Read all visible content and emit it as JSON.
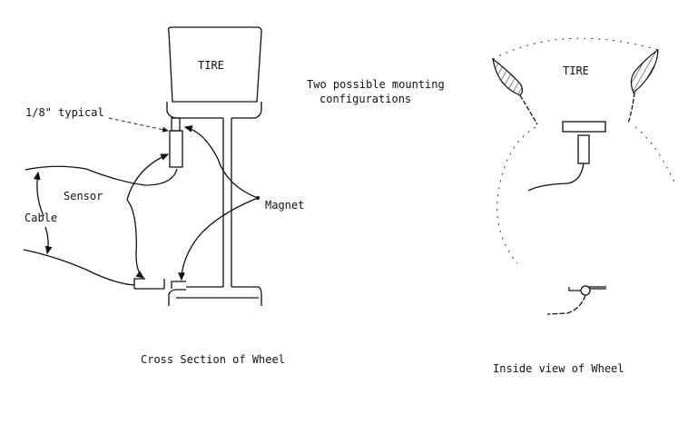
{
  "cross_section": {
    "tire_label": "TIRE",
    "gap_label": "1/8\" typical",
    "sensor_label": "Sensor",
    "cable_label": "Cable",
    "magnet_label": "Magnet",
    "caption": "Cross Section of Wheel"
  },
  "note": {
    "line1": "Two possible mounting",
    "line2": "configurations"
  },
  "inside_view": {
    "tire_label": "TIRE",
    "caption": "Inside view of Wheel"
  }
}
